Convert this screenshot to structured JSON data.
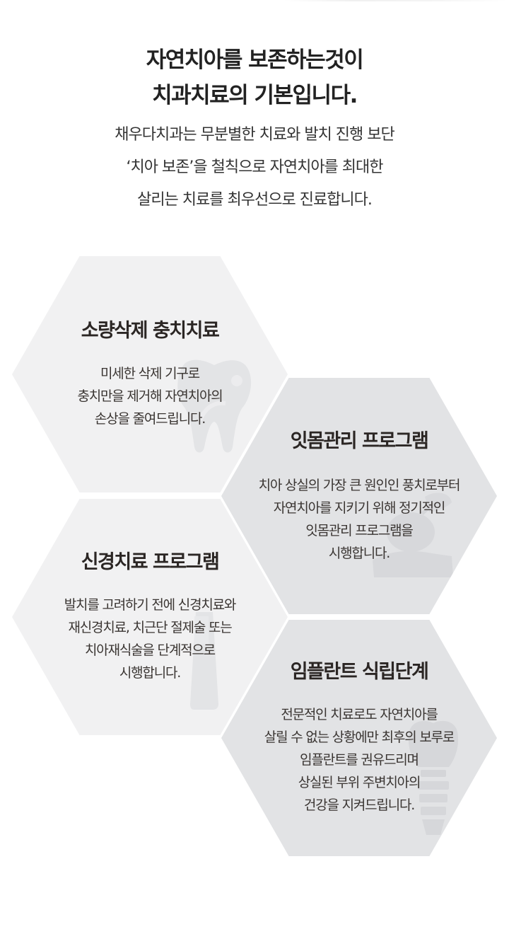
{
  "intro": {
    "headline": [
      "자연치아를 보존하는것이",
      "치과치료의 기본입니다."
    ],
    "lead": [
      "채우다치과는 무분별한 치료와 발치 진행 보단",
      "‘치아 보존’을 철칙으로 자연치아를 최대한",
      "살리는 치료를 최우선으로 진료합니다."
    ]
  },
  "colors": {
    "hex_light": "#f1f1f2",
    "hex_dark": "#e2e3e5",
    "headline": "#222222",
    "text": "#2b2624",
    "watermark": "#d9dadd"
  },
  "treatments": [
    {
      "title": "소량삭제 충치치료",
      "icon": "tooth-icon",
      "description": [
        "미세한 삭제 기구로",
        "충치만을 제거해 자연치아의",
        "손상을 줄여드립니다."
      ]
    },
    {
      "title": "잇몸관리 프로그램",
      "icon": "gum-care-icon",
      "description": [
        "치아 상실의 가장 큰 원인인 풍치로부터",
        "자연치아를 지키기 위해 정기적인",
        "잇몸관리 프로그램을",
        "시행합니다."
      ]
    },
    {
      "title": "신경치료 프로그램",
      "icon": "root-canal-file-icon",
      "description": [
        "발치를 고려하기 전에 신경치료와",
        "재신경치료, 치근단 절제술 또는",
        "치아재식술을 단계적으로",
        "시행합니다."
      ]
    },
    {
      "title": "임플란트 식립단계",
      "icon": "implant-icon",
      "description": [
        "전문적인 치료로도 자연치아를",
        "살릴 수 없는 상황에만 최후의 보루로",
        "임플란트를 권유드리며",
        "상실된 부위 주변치아의",
        "건강을 지켜드립니다."
      ]
    }
  ]
}
